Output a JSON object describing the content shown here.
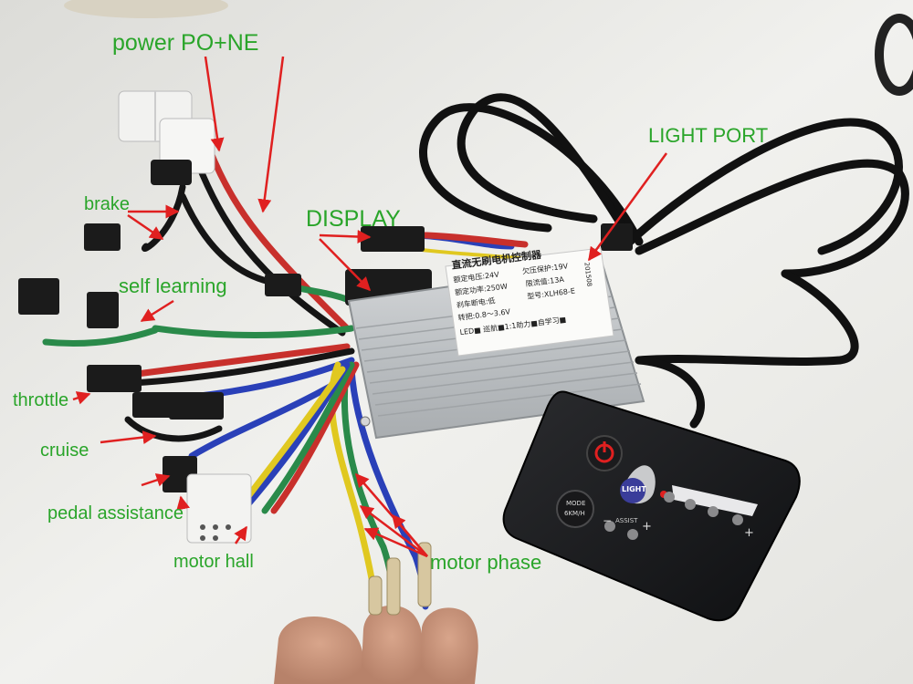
{
  "annotations": {
    "power": "power PO+NE",
    "brake": "brake",
    "display": "DISPLAY",
    "light_port": "LIGHT PORT",
    "self_learning": "self learning",
    "throttle": "throttle",
    "cruise": "cruise",
    "pedal_assistance": "pedal assistance",
    "motor_hall": "motor hall",
    "motor_phase": "motor phase"
  },
  "controller_label": {
    "title": "直流无刷电机控制器",
    "rated_voltage": "额定电压:24V",
    "undervoltage": "欠压保护:19V",
    "rated_power": "额定功率:250W",
    "current_limit": "限流值:13A",
    "brake_level": "刹车断电:低",
    "model": "型号:XLH68-E",
    "throttle_range": "转把:0.8～3.6V",
    "led_line": "LED■ 巡航■1:1助力■自学习■",
    "date_code": "201508"
  },
  "display_panel": {
    "light_button": "LIGHT",
    "mode_button_line1": "MODE",
    "mode_button_line2": "6KM/H",
    "assist_label": "ASSIST",
    "minus": "−",
    "plus": "+",
    "plus2": "+"
  },
  "colors": {
    "annotation": "#2aa52a",
    "arrow": "#e02020",
    "wire_red": "#c8302c",
    "wire_green": "#2a8a4a",
    "wire_blue": "#2a40b8",
    "wire_yellow": "#e0c820",
    "wire_black": "#151515"
  }
}
